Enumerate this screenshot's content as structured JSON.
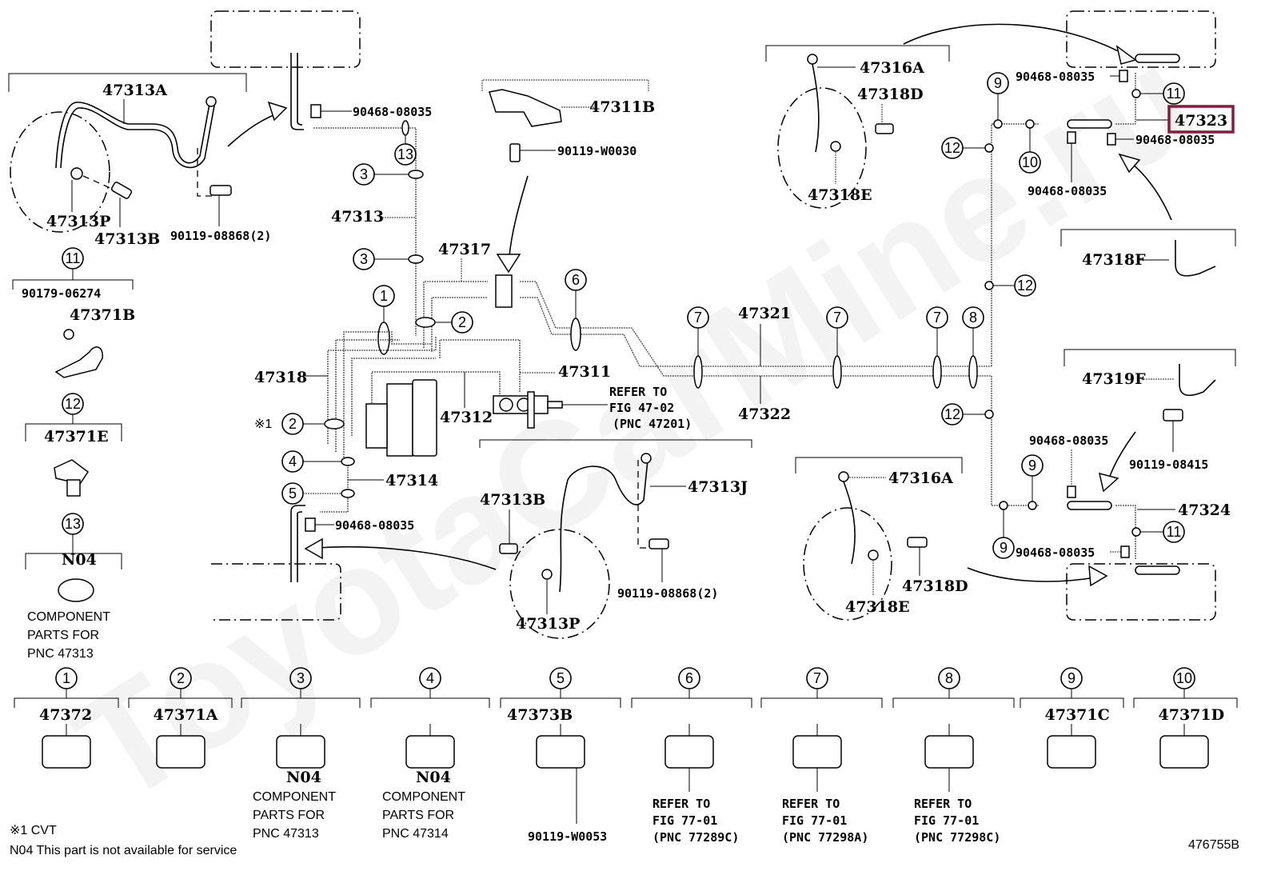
{
  "diagram": {
    "figure_id": "476755B",
    "watermark": "ToyotaCarMine.ru",
    "highlighted_part": "47323",
    "highlight_color": "#8b1a3a",
    "part_labels": {
      "p47313A": "47313A",
      "p47313P_tl": "47313P",
      "p47313B_tl": "47313B",
      "p90119_08868_tl": "90119-08868(2)",
      "p90468_08035_top": "90468-08035",
      "p47313": "47313",
      "p47311B": "47311B",
      "p90119_W0030": "90119-W0030",
      "p47317": "47317",
      "p47318": "47318",
      "p47312": "47312",
      "p47311": "47311",
      "p47314": "47314",
      "p90468_08035_mid": "90468-08035",
      "p47321": "47321",
      "p47322": "47322",
      "p47313B_mid": "47313B",
      "p47313J": "47313J",
      "p47313P_mid": "47313P",
      "p90119_08868_mid": "90119-08868(2)",
      "p47316A_top": "47316A",
      "p47318D_top": "47318D",
      "p47318E_top": "47318E",
      "p90468_08035_r1": "90468-08035",
      "p47323": "47323",
      "p90468_08035_r2": "90468-08035",
      "p90468_08035_r3": "90468-08035",
      "p47318F": "47318F",
      "p47319F": "47319F",
      "p90119_08415": "90119-08415",
      "p90468_08035_r4": "90468-08035",
      "p47324": "47324",
      "p90468_08035_r5": "90468-08035",
      "p47316A_bot": "47316A",
      "p47318E_bot": "47318E",
      "p47318D_bot": "47318D",
      "p90179_06274": "90179-06274",
      "p47371B": "47371B",
      "p47371E": "47371E",
      "pN04_left": "N04"
    },
    "refer_note": [
      "REFER TO",
      "FIG 47-02",
      "(PNC 47201)"
    ],
    "cvt_marker": "※1",
    "left_component_note": [
      "COMPONENT",
      "PARTS FOR",
      "PNC 47313"
    ],
    "callouts": {
      "c1": "1",
      "c2": "2",
      "c3": "3",
      "c4": "4",
      "c5": "5",
      "c6": "6",
      "c7": "7",
      "c8": "8",
      "c9": "9",
      "c10": "10",
      "c11": "11",
      "c12": "12",
      "c13": "13"
    },
    "legend_items": [
      {
        "callout": "1",
        "part": "47372",
        "note": []
      },
      {
        "callout": "2",
        "part": "47371A",
        "note": []
      },
      {
        "callout": "3",
        "part": "N04",
        "note": [
          "COMPONENT",
          "PARTS FOR",
          "PNC 47313"
        ]
      },
      {
        "callout": "4",
        "part": "N04",
        "note": [
          "COMPONENT",
          "PARTS FOR",
          "PNC 47314"
        ]
      },
      {
        "callout": "5",
        "part": "47373B",
        "note": [
          "90119-W0053"
        ]
      },
      {
        "callout": "6",
        "part": "",
        "note": [
          "REFER TO",
          "FIG 77-01",
          "(PNC 77289C)"
        ]
      },
      {
        "callout": "7",
        "part": "",
        "note": [
          "REFER TO",
          "FIG 77-01",
          "(PNC 77298A)"
        ]
      },
      {
        "callout": "8",
        "part": "",
        "note": [
          "REFER TO",
          "FIG 77-01",
          "(PNC 77298C)"
        ]
      },
      {
        "callout": "9",
        "part": "47371C",
        "note": []
      },
      {
        "callout": "10",
        "part": "47371D",
        "note": []
      }
    ],
    "footnotes": {
      "cvt": "※1 CVT",
      "n04": "N04 This part is not available for service"
    }
  }
}
